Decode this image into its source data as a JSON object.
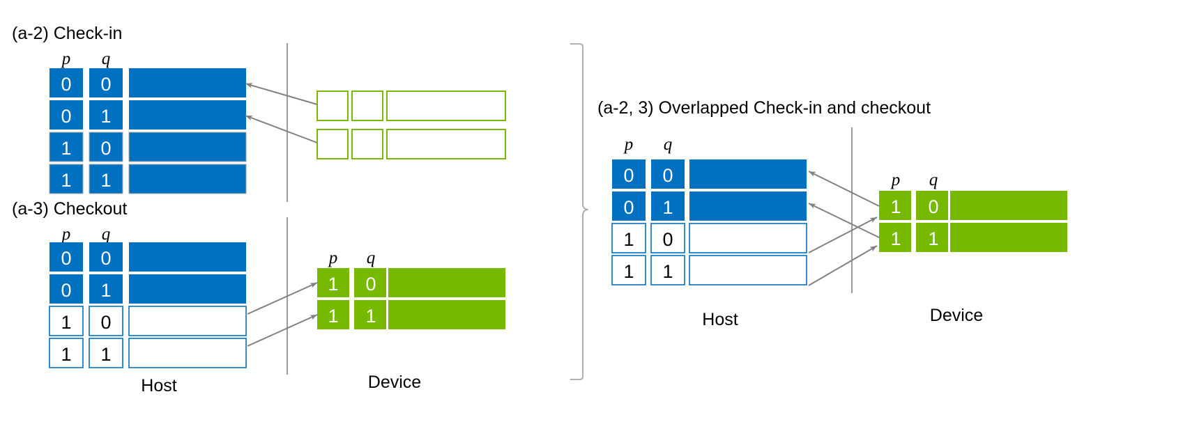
{
  "figure": {
    "background": "#ffffff",
    "colors": {
      "blue_fill": "#0070c0",
      "blue_outline": "#0070c0",
      "green_fill": "#76b900",
      "green_outline": "#76b900",
      "arrow_gray": "#808080",
      "divider_gray": "#808080",
      "cell_border_gray": "#a6a6a6",
      "text_black": "#000000",
      "text_white": "#ffffff"
    }
  },
  "panels": [
    {
      "id": "a-2",
      "title": "(a-2) Check-in",
      "host": {
        "col_headers": [
          "p",
          "q"
        ],
        "rows": [
          {
            "p": "0",
            "q": "0",
            "style": "blue-filled"
          },
          {
            "p": "0",
            "q": "1",
            "style": "blue-filled"
          },
          {
            "p": "1",
            "q": "0",
            "style": "blue-filled"
          },
          {
            "p": "1",
            "q": "1",
            "style": "blue-filled"
          }
        ]
      },
      "device": {
        "col_headers": [],
        "rows": [
          {
            "p": "",
            "q": "",
            "style": "green-outline"
          },
          {
            "p": "",
            "q": "",
            "style": "green-outline"
          }
        ]
      },
      "arrows": [
        {
          "from": "device-row-1",
          "to": "host-row-1",
          "direction": "left"
        },
        {
          "from": "device-row-2",
          "to": "host-row-2",
          "direction": "left"
        }
      ]
    },
    {
      "id": "a-3",
      "title": "(a-3) Checkout",
      "host": {
        "col_headers": [
          "p",
          "q"
        ],
        "rows": [
          {
            "p": "0",
            "q": "0",
            "style": "blue-filled"
          },
          {
            "p": "0",
            "q": "1",
            "style": "blue-filled"
          },
          {
            "p": "1",
            "q": "0",
            "style": "blue-outline"
          },
          {
            "p": "1",
            "q": "1",
            "style": "blue-outline"
          }
        ]
      },
      "device": {
        "col_headers": [
          "p",
          "q"
        ],
        "rows": [
          {
            "p": "1",
            "q": "0",
            "style": "green-filled"
          },
          {
            "p": "1",
            "q": "1",
            "style": "green-filled"
          }
        ]
      },
      "arrows": [
        {
          "from": "host-row-3",
          "to": "device-row-1",
          "direction": "right"
        },
        {
          "from": "host-row-4",
          "to": "device-row-2",
          "direction": "right"
        }
      ],
      "footer": {
        "host_label": "Host",
        "device_label": "Device"
      }
    },
    {
      "id": "a-2-3",
      "title": "(a-2, 3) Overlapped Check-in and checkout",
      "host": {
        "col_headers": [
          "p",
          "q"
        ],
        "rows": [
          {
            "p": "0",
            "q": "0",
            "style": "blue-filled"
          },
          {
            "p": "0",
            "q": "1",
            "style": "blue-filled"
          },
          {
            "p": "1",
            "q": "0",
            "style": "blue-outline"
          },
          {
            "p": "1",
            "q": "1",
            "style": "blue-outline"
          }
        ]
      },
      "device": {
        "col_headers": [
          "p",
          "q"
        ],
        "rows": [
          {
            "p": "1",
            "q": "0",
            "style": "green-filled"
          },
          {
            "p": "1",
            "q": "1",
            "style": "green-filled"
          }
        ]
      },
      "arrows": [
        {
          "from": "device-row-1",
          "to": "host-row-1",
          "direction": "left"
        },
        {
          "from": "device-row-2",
          "to": "host-row-2",
          "direction": "left"
        },
        {
          "from": "host-row-3",
          "to": "device-row-1",
          "direction": "right"
        },
        {
          "from": "host-row-4",
          "to": "device-row-2",
          "direction": "right"
        }
      ],
      "footer": {
        "host_label": "Host",
        "device_label": "Device"
      }
    }
  ],
  "brace": {
    "orientation": "right-pointing",
    "spans_panels": [
      "a-2",
      "a-3"
    ]
  }
}
